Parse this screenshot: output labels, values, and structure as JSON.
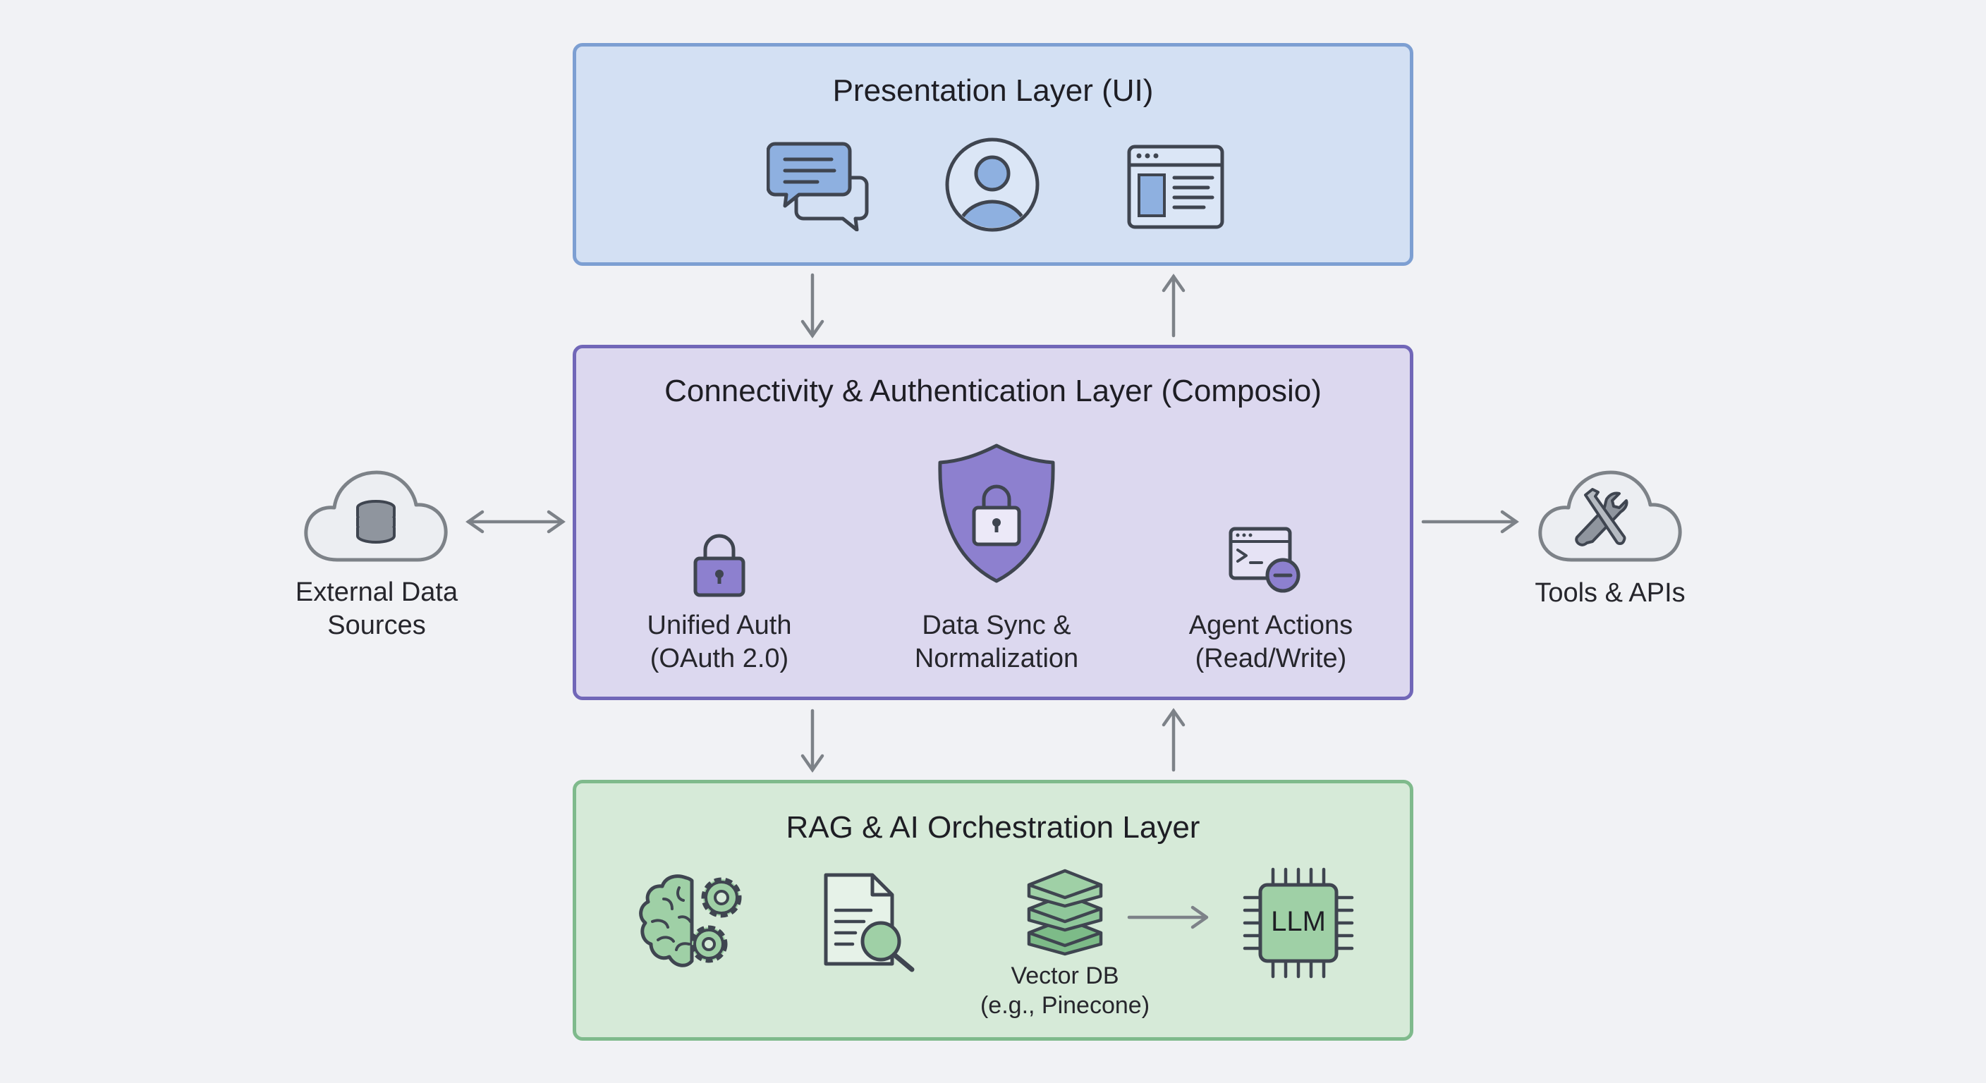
{
  "layers": {
    "presentation": {
      "title": "Presentation Layer (UI)",
      "icons": [
        "chat-icon",
        "user-icon",
        "webpage-icon"
      ]
    },
    "connectivity": {
      "title": "Connectivity & Authentication Layer (Composio)",
      "items": [
        {
          "icon": "lock-icon",
          "line1": "Unified Auth",
          "line2": "(OAuth 2.0)"
        },
        {
          "icon": "shield-lock-icon",
          "line1": "Data Sync &",
          "line2": "Normalization"
        },
        {
          "icon": "terminal-icon",
          "line1": "Agent Actions",
          "line2": "(Read/Write)"
        }
      ]
    },
    "rag": {
      "title": "RAG & AI Orchestration Layer",
      "vector_db": {
        "line1": "Vector DB",
        "line2": "(e.g., Pinecone)"
      },
      "llm_label": "LLM"
    }
  },
  "external": {
    "left": {
      "line1": "External Data",
      "line2": "Sources"
    },
    "right": {
      "label": "Tools & APIs"
    }
  },
  "colors": {
    "background": "#f1f2f5",
    "presentation_fill": "#d3e0f3",
    "presentation_border": "#7d9fd2",
    "connectivity_fill": "#dcd8ef",
    "connectivity_border": "#7167b8",
    "rag_fill": "#d6ead8",
    "rag_border": "#7fba8c",
    "arrow": "#7d8288"
  }
}
